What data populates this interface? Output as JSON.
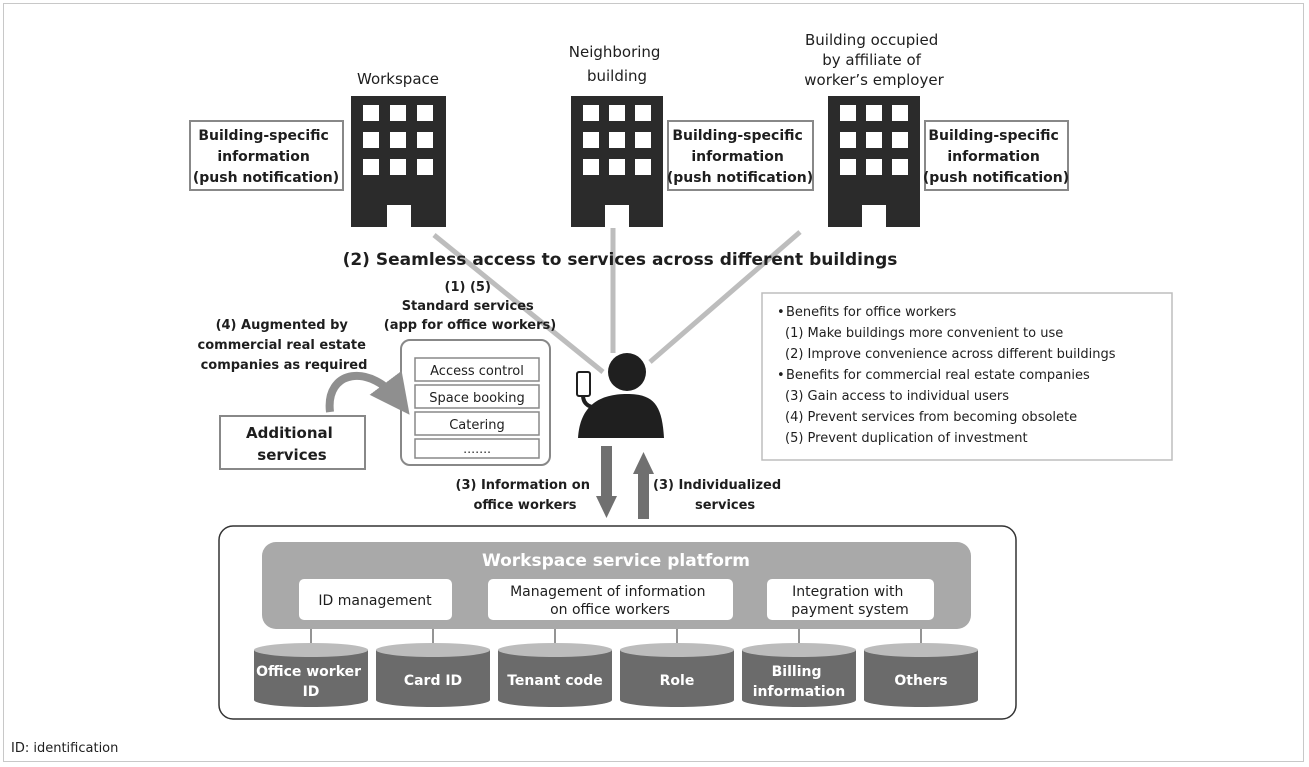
{
  "buildings": [
    {
      "label_lines": [
        "Workspace"
      ],
      "info_lines": [
        "Building-specific",
        "information",
        "(push notification)"
      ]
    },
    {
      "label_lines": [
        "Neighboring",
        "building"
      ],
      "info_lines": [
        "Building-specific",
        "information",
        "(push notification)"
      ]
    },
    {
      "label_lines": [
        "Building occupied",
        "by affiliate of",
        "worker’s employer"
      ],
      "info_lines": [
        "Building-specific",
        "information",
        "(push notification)"
      ]
    }
  ],
  "seamless_access_label": "(2) Seamless access to services across different buildings",
  "standard_services": {
    "heading_lines": [
      "(1) (5)",
      "Standard services",
      "(app for office workers)"
    ],
    "items": [
      "Access control",
      "Space booking",
      "Catering",
      "……."
    ]
  },
  "augmented_lines": [
    "(4) Augmented by",
    "commercial real estate",
    "companies as required"
  ],
  "additional_services_lines": [
    "Additional",
    "services"
  ],
  "info_on_workers_lines": [
    "(3) Information on",
    "office workers"
  ],
  "individualized_lines": [
    "(3) Individualized",
    "services"
  ],
  "benefits": {
    "office_workers_heading": "Benefits for office workers",
    "office_workers_items": [
      "(1) Make buildings more convenient to use",
      "(2) Improve convenience across different buildings"
    ],
    "companies_heading": "Benefits for commercial real estate companies",
    "companies_items": [
      "(3) Gain access to individual users",
      "(4) Prevent services from becoming obsolete",
      "(5) Prevent duplication of investment"
    ],
    "bullet": "•"
  },
  "platform": {
    "title": "Workspace service platform",
    "modules": [
      {
        "lines": [
          "ID management"
        ]
      },
      {
        "lines": [
          "Management of information",
          "on office workers"
        ]
      },
      {
        "lines": [
          "Integration with",
          "payment system"
        ]
      }
    ],
    "databases": [
      {
        "lines": [
          "Office worker",
          "ID"
        ]
      },
      {
        "lines": [
          "Card ID"
        ]
      },
      {
        "lines": [
          "Tenant code"
        ]
      },
      {
        "lines": [
          "Role"
        ]
      },
      {
        "lines": [
          "Billing",
          "information"
        ]
      },
      {
        "lines": [
          "Others"
        ]
      }
    ]
  },
  "footnote": "ID: identification",
  "colors": {
    "building": "#2b2b2b",
    "person": "#1f1f1f",
    "connector": "#bdbdbd",
    "arrow": "#707070",
    "platform": "#a9a9a9",
    "database": "#6b6b6b",
    "database_top": "#bcbcbc",
    "box_border": "#888888"
  }
}
